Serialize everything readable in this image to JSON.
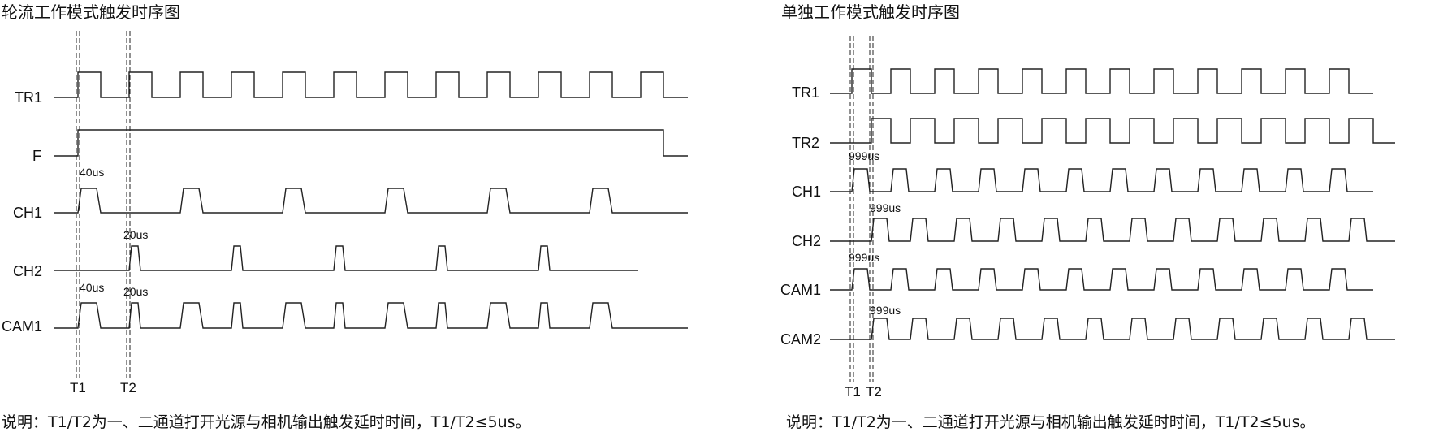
{
  "left": {
    "title": "轮流工作模式触发时序图",
    "signals": [
      "TR1",
      "F",
      "CH1",
      "CH2",
      "CAM1"
    ],
    "annotations": [
      "40us",
      "20us",
      "40us",
      "20us"
    ],
    "markers": [
      "T1",
      "T2"
    ],
    "note": "说明：T1/T2为一、二通道打开光源与相机输出触发延时时间，T1/T2≤5us。"
  },
  "right": {
    "title": "单独工作模式触发时序图",
    "signals": [
      "TR1",
      "TR2",
      "CH1",
      "CH2",
      "CAM1",
      "CAM2"
    ],
    "annotations": [
      "999us",
      "999us",
      "999us",
      "999us"
    ],
    "markers": [
      "T1",
      "T2"
    ],
    "note": "说明：T1/T2为一、二通道打开光源与相机输出触发延时时间，T1/T2≤5us。"
  }
}
